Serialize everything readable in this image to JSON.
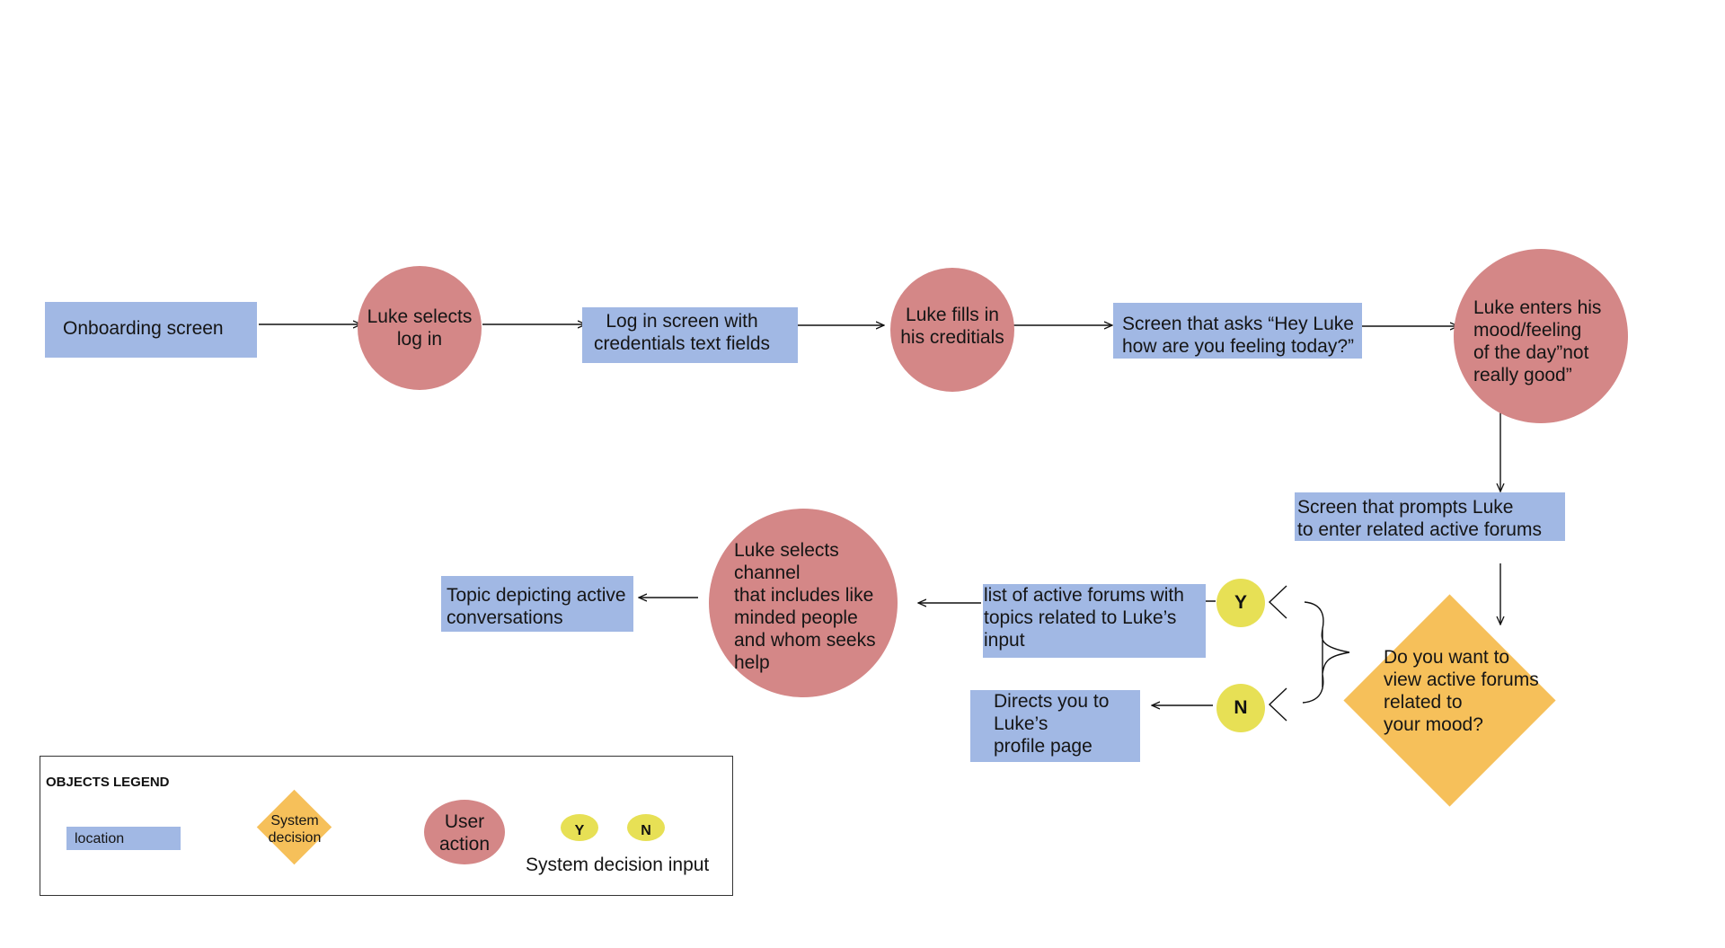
{
  "nodes": {
    "onboarding": "Onboarding screen",
    "selects_login": "Luke selects\nlog in",
    "login_screen": "Log in screen with\ncredentials text fields",
    "fills_credentials": "Luke fills in\nhis creditials",
    "asks_feeling": "Screen that asks “Hey Luke\nhow are you feeling today?”",
    "enters_mood": "Luke enters his\nmood/feeling\nof the day”not\nreally good”",
    "prompts_forums": "Screen that prompts Luke\nto enter related active forums",
    "decision": "Do you want to\nview active forums\nrelated to\nyour mood?",
    "yes_label": "Y",
    "no_label": "N",
    "active_forums_list": "list of active forums with\ntopics related to Luke’s\ninput",
    "profile_page": "Directs you to\nLuke’s\nprofile page",
    "selects_channel": "Luke selects\nchannel\nthat includes like\nminded people\nand whom seeks\nhelp",
    "topic_depicting": "Topic depicting active\nconversations"
  },
  "legend": {
    "title": "OBJECTS LEGEND",
    "location": "location",
    "system_decision": "System\ndecision",
    "user_action": "User\naction",
    "y": "Y",
    "n": "N",
    "decision_input": "System decision input"
  },
  "colors": {
    "location": "#a1b8e4",
    "user_action": "#d48787",
    "system_decision": "#f6c05a",
    "decision_input": "#e7e055"
  }
}
